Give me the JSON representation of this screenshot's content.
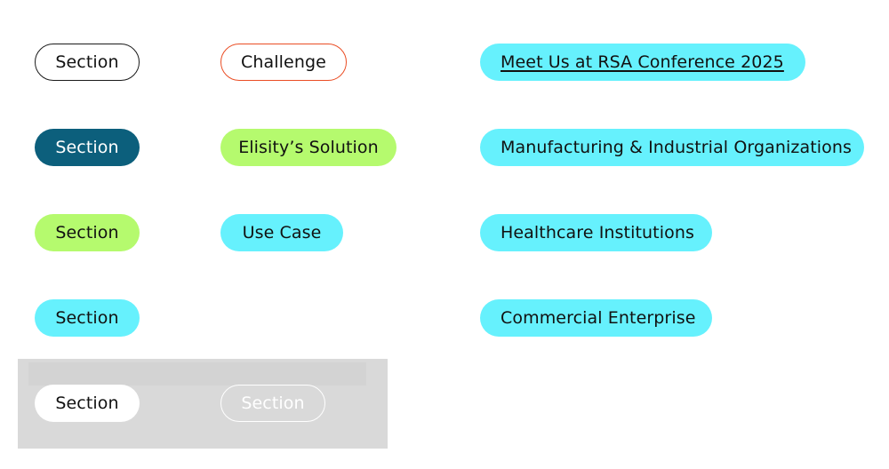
{
  "colors": {
    "teal_dark": "#0c5f7c",
    "lime": "#b5fa6e",
    "cyan": "#66f1fd",
    "orange_outline": "#ea4d24",
    "panel_gray": "#d9d9d9"
  },
  "column1": {
    "outline_label": "Section",
    "dark_label": "Section",
    "lime_label": "Section",
    "cyan_label": "Section",
    "white_label": "Section"
  },
  "column2": {
    "challenge_label": "Challenge",
    "solution_label": "Elisity’s Solution",
    "use_case_label": "Use Case",
    "white_outline_label": "Section"
  },
  "column3": {
    "rsa_label": "Meet Us at RSA Conference 2025",
    "manufacturing_label": "Manufacturing & Industrial Organizations",
    "healthcare_label": "Healthcare Institutions",
    "commercial_label": "Commercial Enterprise"
  }
}
